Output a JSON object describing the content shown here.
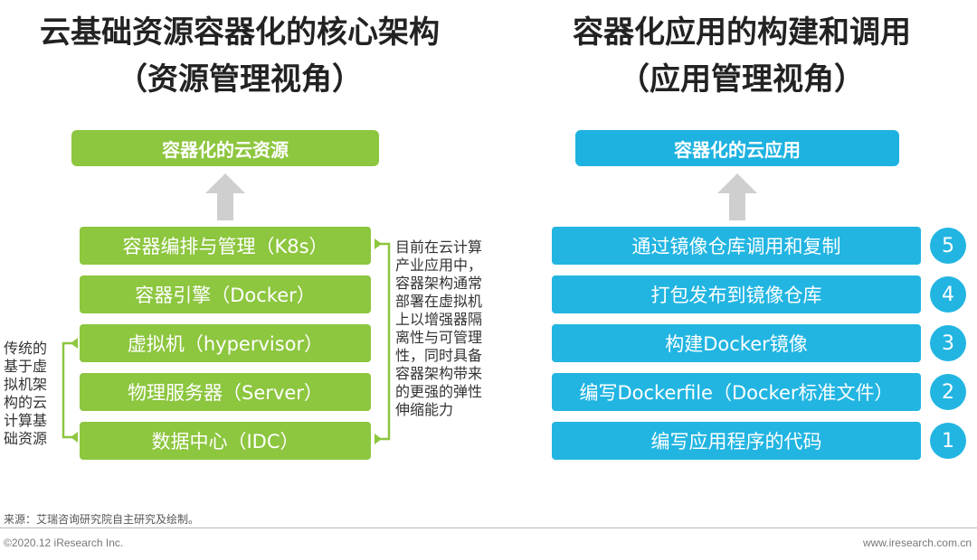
{
  "left": {
    "title_line1": "云基础资源容器化的核心架构",
    "title_line2": "（资源管理视角）",
    "header": "容器化的云资源",
    "layers": [
      "容器编排与管理（K8s）",
      "容器引擎（Docker）",
      "虚拟机（hypervisor）",
      "物理服务器（Server）",
      "数据中心（IDC）"
    ],
    "note_right": "目前在云计算产业应用中，容器架构通常部署在虚拟机上以增强器隔离性与可管理性，同时具备容器架构带来的更强的弹性伸缩能力",
    "note_left": "传统的基于虚拟机架构的云计算基础资源",
    "color": "#8dc63f"
  },
  "right": {
    "title_line1": "容器化应用的构建和调用",
    "title_line2": "（应用管理视角）",
    "header": "容器化的云应用",
    "steps": [
      {
        "label": "通过镜像仓库调用和复制",
        "num": "5"
      },
      {
        "label": "打包发布到镜像仓库",
        "num": "4"
      },
      {
        "label": "构建Docker镜像",
        "num": "3"
      },
      {
        "label": "编写Dockerfile（Docker标准文件）",
        "num": "2"
      },
      {
        "label": "编写应用程序的代码",
        "num": "1"
      }
    ],
    "color": "#1eb2e0"
  },
  "footer": {
    "source": "来源：艾瑞咨询研究院自主研究及绘制。",
    "copyright": "©2020.12 iResearch Inc.",
    "website": "www.iresearch.com.cn"
  }
}
